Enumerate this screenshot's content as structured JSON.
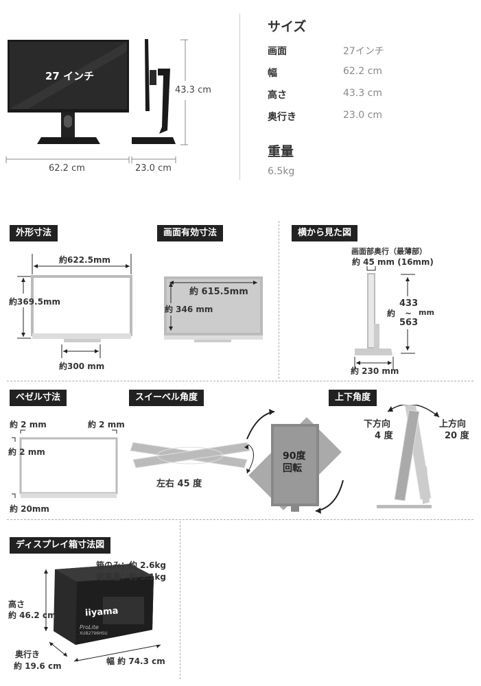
{
  "hero": {
    "screen_label": "27 インチ",
    "width_label": "62.2 cm",
    "depth_label": "23.0 cm",
    "height_label": "43.3 cm"
  },
  "specs": {
    "size_heading": "サイズ",
    "rows": [
      {
        "label": "画面",
        "value": "27インチ"
      },
      {
        "label": "幅",
        "value": "62.2 cm"
      },
      {
        "label": "高さ",
        "value": "43.3 cm"
      },
      {
        "label": "奥行き",
        "value": "23.0 cm"
      }
    ],
    "weight_heading": "重量",
    "weight_value": "6.5kg"
  },
  "outer": {
    "title": "外形寸法",
    "width": "約622.5mm",
    "height": "約369.5mm",
    "stand": "約300 mm"
  },
  "screen_area": {
    "title": "画面有効寸法",
    "width": "約 615.5mm",
    "height": "約 346 mm"
  },
  "side": {
    "title": "横から見た図",
    "caption": "画面部奥行（最薄部）",
    "thickness": "約 45 mm (16mm)",
    "height_label": "約",
    "height_min": "433",
    "height_tilde": "~",
    "height_max": "563",
    "height_unit": "mm",
    "depth": "約 230 mm"
  },
  "bezel": {
    "title": "ベゼル寸法",
    "left": "約 2 mm",
    "right": "約 2 mm",
    "top": "約 2 mm",
    "bottom": "約 20mm"
  },
  "swivel": {
    "title": "スイーベル角度",
    "label": "左右 45 度"
  },
  "pivot": {
    "line1": "90度",
    "line2": "回転"
  },
  "tilt": {
    "title": "上下角度",
    "down_line1": "下方向",
    "down_line2": "4 度",
    "up_line1": "上方向",
    "up_line2": "20 度"
  },
  "box": {
    "title": "ディスプレイ箱寸法図",
    "box_only": "箱のみ：約 2.6kg",
    "gross": "総重量：約 9.1kg",
    "height_l1": "高さ",
    "height_l2": "約 46.2 cm",
    "depth_l1": "奥行き",
    "depth_l2": "約 19.6 cm",
    "width": "幅 約 74.3 cm",
    "brand": "iiyama",
    "product": "ProLite",
    "model": "XUB2796HSU"
  }
}
